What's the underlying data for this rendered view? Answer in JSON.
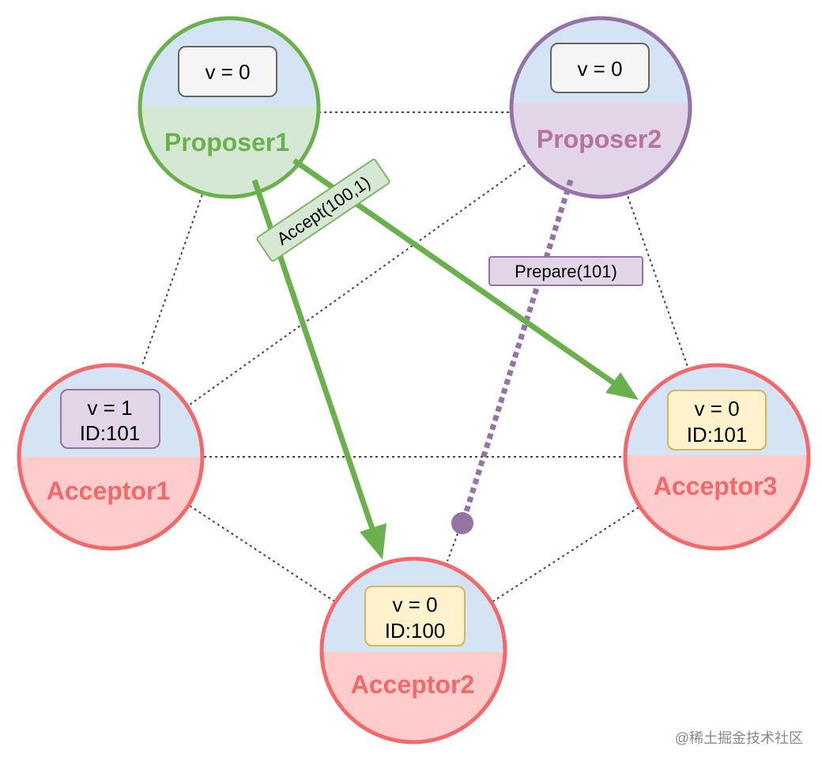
{
  "colors": {
    "proposer1_stroke": "#6AB04C",
    "proposer1_top": "#D4E4F5",
    "proposer1_bottom": "#D5E8D4",
    "proposer1_title": "#6AB04C",
    "proposer2_stroke": "#9673A6",
    "proposer2_top": "#D4E4F5",
    "proposer2_bottom": "#E1D5E7",
    "proposer2_title": "#B5739D",
    "acceptor_stroke": "#F2686B",
    "acceptor_top": "#D4E4F5",
    "acceptor_bottom": "#FFCCCC",
    "acceptor_title": "#F2686B",
    "grey_box_fill": "#F5F5F5",
    "grey_box_stroke": "#666666",
    "purple_box_fill": "#E1D5E7",
    "purple_box_stroke": "#9673A6",
    "yellow_box_fill": "#FFF2CC",
    "yellow_box_stroke": "#D6B656",
    "accept_arrow": "#6AB04C",
    "prepare_arrow": "#9673A6",
    "dotted_line": "#444444"
  },
  "nodes": {
    "proposer1": {
      "title": "Proposer1",
      "box_lines": [
        "v = 0"
      ]
    },
    "proposer2": {
      "title": "Proposer2",
      "box_lines": [
        "v = 0"
      ]
    },
    "acceptor1": {
      "title": "Acceptor1",
      "box_lines": [
        "v = 1",
        "ID:101"
      ]
    },
    "acceptor2": {
      "title": "Acceptor2",
      "box_lines": [
        "v = 0",
        "ID:100"
      ]
    },
    "acceptor3": {
      "title": "Acceptor3",
      "box_lines": [
        "v = 0",
        "ID:101"
      ]
    }
  },
  "edges": {
    "accept_label": "Accept(100,1)",
    "prepare_label": "Prepare(101)"
  },
  "watermark": "@稀土掘金技术社区"
}
